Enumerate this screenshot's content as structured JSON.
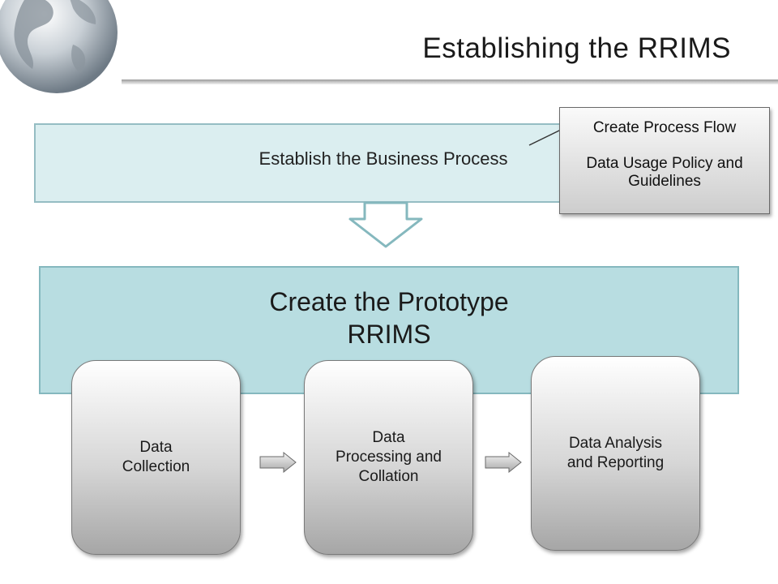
{
  "slide": {
    "title": "Establishing  the RRIMS"
  },
  "business_process": {
    "label": "Establish the Business Process",
    "callout": {
      "line1": "Create Process Flow",
      "line2": "Data Usage Policy and",
      "line3": "Guidelines"
    }
  },
  "prototype": {
    "line1": "Create the Prototype",
    "line2": "RRIMS"
  },
  "steps": [
    {
      "line1": "Data",
      "line2": "Collection",
      "line3": ""
    },
    {
      "line1": "Data",
      "line2": "Processing and",
      "line3": "Collation"
    },
    {
      "line1": "Data Analysis",
      "line2": "and Reporting",
      "line3": ""
    }
  ],
  "colors": {
    "business_box": "#dbeef0",
    "prototype_box": "#b8dde1",
    "steps_fill": "#d6d6d6"
  },
  "icons": {
    "logo": "globe-icon",
    "flow_down": "down-arrow-icon",
    "flow_right": "right-arrow-icon"
  }
}
